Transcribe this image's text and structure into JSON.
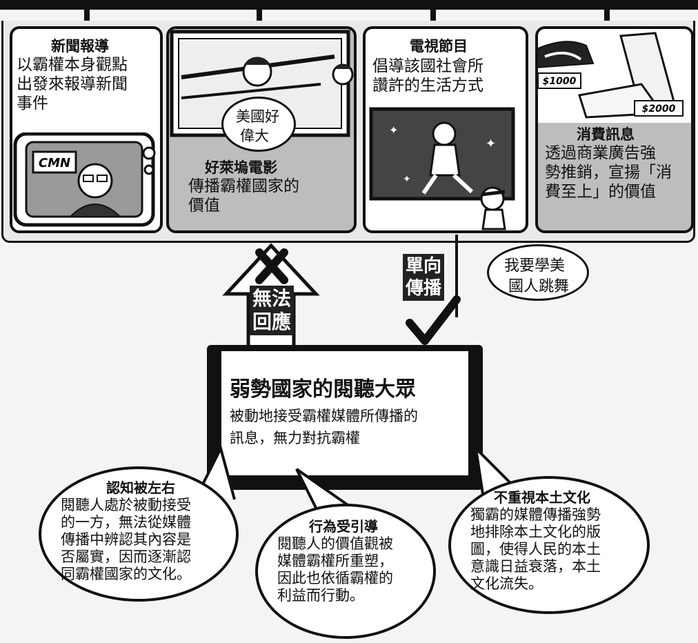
{
  "panels": {
    "news": {
      "title": "新聞報導",
      "lines": [
        "以霸權本身觀點",
        "出發來報導新聞",
        "事件"
      ],
      "tv_logo": "CMN"
    },
    "hollywood": {
      "title": "好萊塢電影",
      "lines": [
        "傳播霸權國家的",
        "價值"
      ],
      "speech": [
        "美國好",
        "偉大"
      ]
    },
    "tv_program": {
      "title": "電視節目",
      "lines": [
        "倡導該國社會所",
        "讚許的生活方式"
      ]
    },
    "consumer": {
      "title": "消費訊息",
      "lines": [
        "透過商業廣告強",
        "勢推銷，宣揚「消",
        "費至上」的價值"
      ],
      "price1": "$1000",
      "price2": "$2000"
    }
  },
  "arrows": {
    "up_label": [
      "無法",
      "回應"
    ],
    "down_label": [
      "單向",
      "傳播"
    ]
  },
  "dance_speech": [
    "我要學美",
    "國人跳舞"
  ],
  "center": {
    "title": "弱勢國家的閱聽大眾",
    "lines": [
      "被動地接受霸權媒體所傳播的",
      "訊息，無力對抗霸權"
    ]
  },
  "bubbles": {
    "cognition": {
      "title": "認知被左右",
      "lines": [
        "閱聽人處於被動接受",
        "的一方，無法從媒體",
        "傳播中辨認其內容是",
        "否屬實，因而逐漸認",
        "同霸權國家的文化。"
      ]
    },
    "behavior": {
      "title": "行為受引導",
      "lines": [
        "閱聽人的價值觀被",
        "媒體霸權所重塑，",
        "因此也依循霸權的",
        "利益而行動。"
      ]
    },
    "local": {
      "title": "不重視本土文化",
      "lines": [
        "獨霸的媒體傳播強勢",
        "地排除本土文化的版",
        "圖，使得人民的本土",
        "意識日益衰落，本土",
        "文化流失。"
      ]
    }
  }
}
